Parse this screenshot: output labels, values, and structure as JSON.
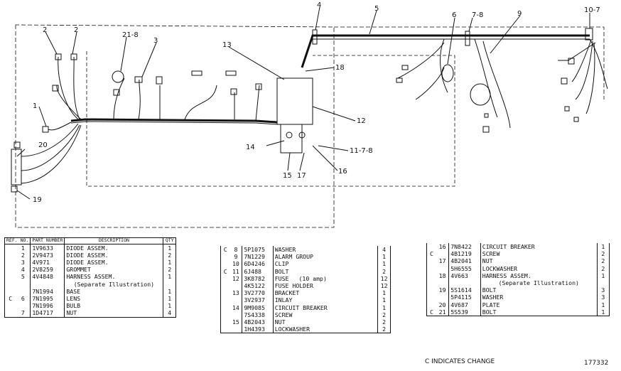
{
  "callouts": [
    "1",
    "2",
    "2",
    "3",
    "4",
    "5",
    "6",
    "7-8",
    "9",
    "10-7",
    "11-7-8",
    "12",
    "13",
    "14",
    "15",
    "16",
    "17",
    "18",
    "19",
    "20",
    "21-8"
  ],
  "parts_left": {
    "headers": {
      "ref": "REF. NO.",
      "part": "PART NUMBER",
      "desc": "DESCRIPTION",
      "qty": "QTY"
    },
    "rows": [
      {
        "mark": "",
        "ref": "1",
        "part": "1V9633",
        "desc": "DIODE ASSEM.",
        "qty": "1"
      },
      {
        "mark": "",
        "ref": "2",
        "part": "2V9473",
        "desc": "DIODE ASSEM.",
        "qty": "2"
      },
      {
        "mark": "",
        "ref": "3",
        "part": "4V971",
        "desc": "DIODE ASSEM.",
        "qty": "1"
      },
      {
        "mark": "",
        "ref": "4",
        "part": "2V8259",
        "desc": "GROMMET",
        "qty": "2"
      },
      {
        "mark": "",
        "ref": "5",
        "part": "4V4848",
        "desc": "HARNESS ASSEM.",
        "qty": "1"
      },
      {
        "mark": "",
        "ref": "",
        "part": "",
        "desc": "(Separate Illustration)",
        "qty": ""
      },
      {
        "mark": "",
        "ref": "",
        "part": "7N1994",
        "desc": "BASE",
        "qty": "1"
      },
      {
        "mark": "C",
        "ref": "6",
        "part": "7N1995",
        "desc": "LENS",
        "qty": "1"
      },
      {
        "mark": "",
        "ref": "",
        "part": "7N1996",
        "desc": "BULB",
        "qty": "1"
      },
      {
        "mark": "",
        "ref": "7",
        "part": "1D4717",
        "desc": "NUT",
        "qty": "4"
      }
    ]
  },
  "parts_middle": {
    "rows": [
      {
        "mark": "C",
        "ref": "8",
        "part": "5P1075",
        "desc": "WASHER",
        "qty": "4"
      },
      {
        "mark": "",
        "ref": "9",
        "part": "7N1229",
        "desc": "ALARM GROUP",
        "qty": "1"
      },
      {
        "mark": "",
        "ref": "10",
        "part": "6D4246",
        "desc": "CLIP",
        "qty": "1"
      },
      {
        "mark": "C",
        "ref": "11",
        "part": "6J488",
        "desc": "BOLT",
        "qty": "2"
      },
      {
        "mark": "",
        "ref": "12",
        "part": "3K8782",
        "desc": "FUSE",
        "note": "(10 amp)",
        "qty": "12"
      },
      {
        "mark": "",
        "ref": "",
        "part": "4K5122",
        "desc": "FUSE HOLDER",
        "qty": "12"
      },
      {
        "mark": "",
        "ref": "13",
        "part": "3V2770",
        "desc": "BRACKET",
        "qty": "1"
      },
      {
        "mark": "",
        "ref": "",
        "part": "3V2937",
        "desc": "INLAY",
        "qty": "1"
      },
      {
        "mark": "",
        "ref": "14",
        "part": "9M9085",
        "desc": "CIRCUIT BREAKER",
        "qty": "1"
      },
      {
        "mark": "",
        "ref": "",
        "part": "7S4338",
        "desc": "SCREW",
        "qty": "2"
      },
      {
        "mark": "",
        "ref": "15",
        "part": "4B2043",
        "desc": "NUT",
        "qty": "2"
      },
      {
        "mark": "",
        "ref": "",
        "part": "1H4393",
        "desc": "LOCKWASHER",
        "qty": "2"
      }
    ]
  },
  "parts_right": {
    "rows": [
      {
        "mark": "",
        "ref": "16",
        "part": "7N8422",
        "desc": "CIRCUIT BREAKER",
        "qty": "1"
      },
      {
        "mark": "C",
        "ref": "",
        "part": "4B1219",
        "desc": "SCREW",
        "qty": "2"
      },
      {
        "mark": "",
        "ref": "17",
        "part": "4B2041",
        "desc": "NUT",
        "qty": "2"
      },
      {
        "mark": "",
        "ref": "",
        "part": "5H6555",
        "desc": "LOCKWASHER",
        "qty": "2"
      },
      {
        "mark": "",
        "ref": "18",
        "part": "4V663",
        "desc": "HARNESS ASSEM.",
        "qty": "1"
      },
      {
        "mark": "",
        "ref": "",
        "part": "",
        "desc": "(Separate Illustration)",
        "qty": ""
      },
      {
        "mark": "",
        "ref": "19",
        "part": "5S1614",
        "desc": "BOLT",
        "qty": "3"
      },
      {
        "mark": "",
        "ref": "",
        "part": "5P4115",
        "desc": "WASHER",
        "qty": "3"
      },
      {
        "mark": "",
        "ref": "20",
        "part": "4V687",
        "desc": "PLATE",
        "qty": "1"
      },
      {
        "mark": "C",
        "ref": "21",
        "part": "5S539",
        "desc": "BOLT",
        "qty": "1"
      }
    ]
  },
  "legend": "C  INDICATES CHANGE",
  "drawing_number": "177332"
}
